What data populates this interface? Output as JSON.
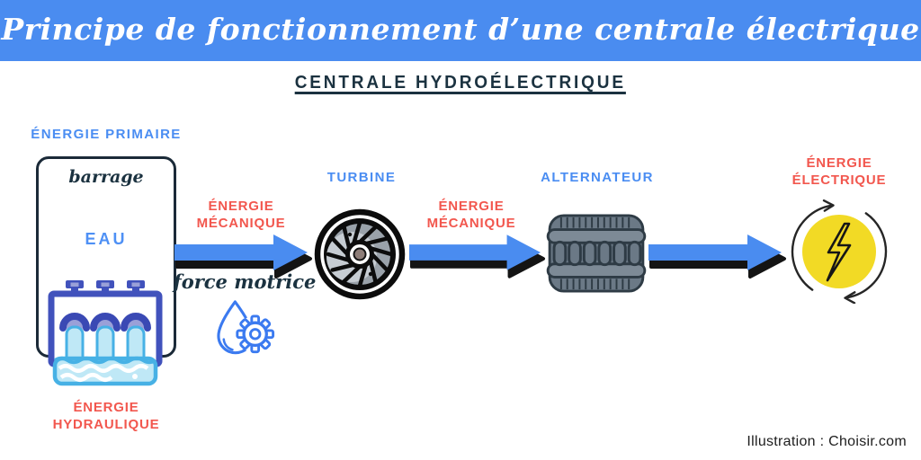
{
  "banner": {
    "title": "Principe de fonctionnement d’une centrale électrique"
  },
  "subtitle": {
    "label": "CENTRALE HYDROÉLECTRIQUE"
  },
  "primary": {
    "label": "ÉNERGIE PRIMAIRE",
    "dam_label": "barrage",
    "water_label": "EAU",
    "caption_line1": "ÉNERGIE",
    "caption_line2": "HYDRAULIQUE"
  },
  "stage1": {
    "label_line1": "ÉNERGIE",
    "label_line2": "MÉCANIQUE",
    "sublabel": "force motrice"
  },
  "turbine": {
    "label": "TURBINE"
  },
  "stage2": {
    "label_line1": "ÉNERGIE",
    "label_line2": "MÉCANIQUE"
  },
  "alternator": {
    "label": "ALTERNATEUR"
  },
  "electric": {
    "label_line1": "ÉNERGIE",
    "label_line2": "ÉLECTRIQUE"
  },
  "footer": {
    "credit": "Illustration : Choisir.com"
  },
  "icons": [
    "dam-icon",
    "water-drop-gear-icon",
    "turbine-icon",
    "alternator-icon",
    "lightning-cycle-icon",
    "flow-arrow-icon"
  ],
  "colors": {
    "banner_blue": "#4a8cf0",
    "label_blue": "#4a8df2",
    "accent_red": "#f2574e",
    "dark_navy": "#1b3240",
    "dam_indigo": "#4152bc",
    "water_light": "#bfe8f6",
    "water_stroke": "#47b1e5",
    "bolt_yellow": "#f2da25",
    "icon_blue": "#3b7af0",
    "alternator_gray": "#6b7986"
  }
}
